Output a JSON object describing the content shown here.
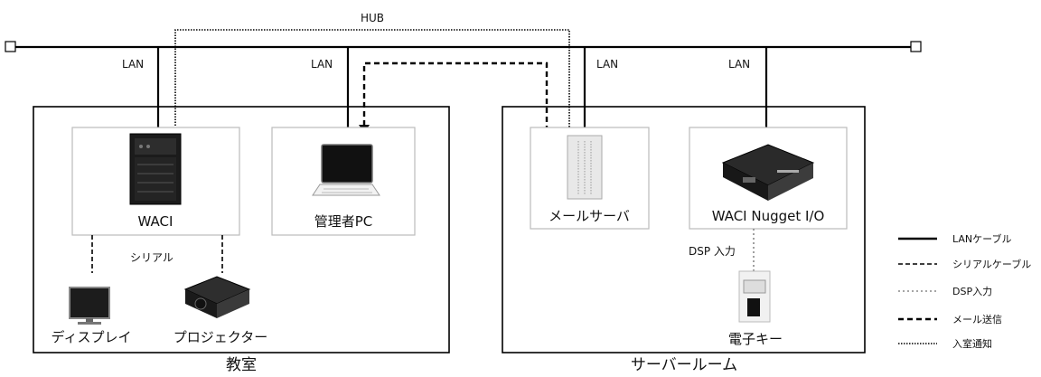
{
  "diagram": {
    "hub_label": "HUB",
    "lan_label": "LAN",
    "rooms": {
      "classroom": "教室",
      "server_room": "サーバールーム"
    },
    "nodes": {
      "waci": "WACI",
      "admin_pc": "管理者PC",
      "mail_server": "メールサーバ",
      "waci_nugget": "WACI Nugget I/O",
      "display": "ディスプレイ",
      "projector": "プロジェクター",
      "electronic_key": "電子キー"
    },
    "link_labels": {
      "serial": "シリアル",
      "dsp_input": "DSP 入力"
    },
    "legend": {
      "lan_cable": "LANケーブル",
      "serial_cable": "シリアルケーブル",
      "dsp_input": "DSP入力",
      "mail_send": "メール送信",
      "entry_notice": "入室通知"
    }
  }
}
